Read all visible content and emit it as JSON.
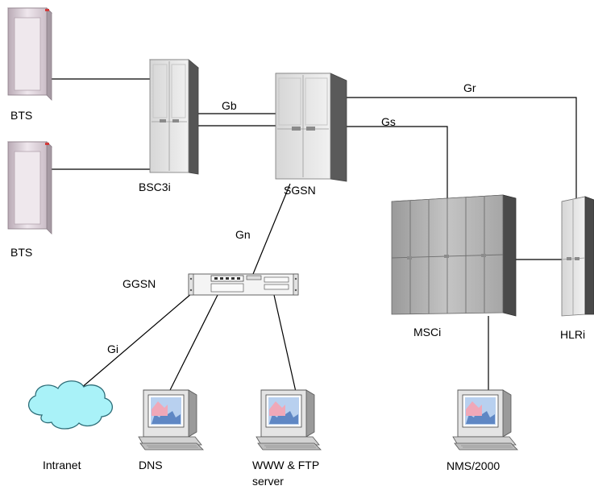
{
  "diagram": {
    "nodes": {
      "bts1": "BTS",
      "bts2": "BTS",
      "bsc": "BSC3i",
      "sgsn": "SGSN",
      "ggsn": "GGSN",
      "msc": "MSCi",
      "hlr": "HLRi",
      "intranet": "Intranet",
      "dns": "DNS",
      "www_line1": "WWW & FTP",
      "www_line2": "server",
      "nms": "NMS/2000"
    },
    "interfaces": {
      "gb": "Gb",
      "gr": "Gr",
      "gs": "Gs",
      "gn": "Gn",
      "gi": "Gi"
    },
    "colors": {
      "cabinet_light": "#e3e3e3",
      "cabinet_dark": "#8c8c8c",
      "bts_frame": "#cfc3cb",
      "bts_door": "#e8dfe6",
      "cloud_fill": "#a9f2f8",
      "screen_pink": "#f0a8b8",
      "screen_blue": "#8fb6e6"
    }
  }
}
